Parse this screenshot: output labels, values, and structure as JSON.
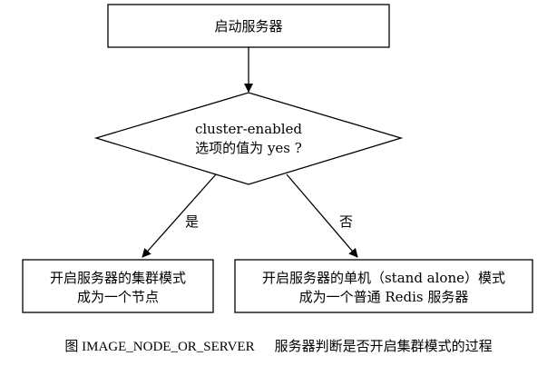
{
  "nodes": {
    "start": {
      "line1": "启动服务器"
    },
    "decision": {
      "line1": "cluster-enabled",
      "line2": "选项的值为 yes ?"
    },
    "yes_result": {
      "line1": "开启服务器的集群模式",
      "line2": "成为一个节点"
    },
    "no_result": {
      "line1": "开启服务器的单机（stand alone）模式",
      "line2": "成为一个普通 Redis 服务器"
    }
  },
  "edges": {
    "yes_label": "是",
    "no_label": "否"
  },
  "caption": {
    "figure_id": "图 IMAGE_NODE_OR_SERVER",
    "title": "服务器判断是否开启集群模式的过程"
  }
}
